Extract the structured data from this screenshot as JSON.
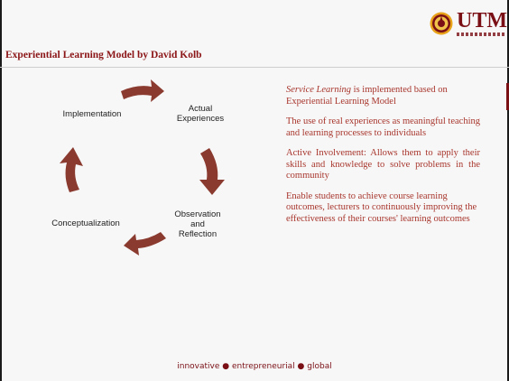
{
  "brand": {
    "logo_text": "UTM"
  },
  "slide": {
    "title": "Experiential Learning Model by David Kolb"
  },
  "cycle": {
    "implementation": "Implementation",
    "actual_experiences": "Actual\nExperiences",
    "observation_reflection": "Observation\nand\nReflection",
    "conceptualization": "Conceptualization"
  },
  "paragraphs": {
    "p1_em": "Service Learning",
    "p1_rest": " is implemented based on Experiential Learning Model",
    "p2": "The use of real experiences as meaningful teaching and learning processes to individuals",
    "p3": "Active Involvement: Allows them to apply their skills and knowledge to solve problems in the community",
    "p4": "Enable students to achieve course learning outcomes, lecturers to continuously improving the effectiveness of their courses' learning outcomes"
  },
  "footer": {
    "tagline": "innovative ● entrepreneurial ● global"
  },
  "colors": {
    "title": "#8b1416",
    "body_text": "#a8362d",
    "arrow": "#8a3a2e",
    "brand": "#7a1016"
  }
}
